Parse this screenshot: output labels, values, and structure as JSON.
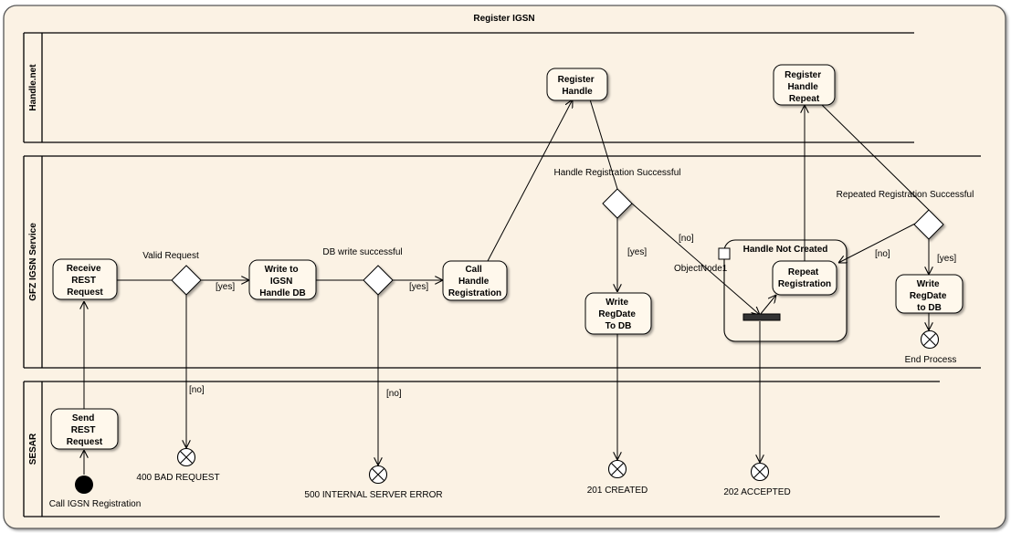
{
  "title": "Register IGSN",
  "lanes": {
    "handle": "Handle.net",
    "gfz": "GFZ IGSN Service",
    "sesar": "SESAR"
  },
  "actions": {
    "receive": [
      "Receive",
      "REST",
      "Request"
    ],
    "write_igsn": [
      "Write to",
      "IGSN",
      "Handle DB"
    ],
    "call_handle": [
      "Call",
      "Handle",
      "Registration"
    ],
    "register_handle": [
      "Register",
      "Handle"
    ],
    "register_handle_repeat": [
      "Register",
      "Handle",
      "Repeat"
    ],
    "write_regdate_1": [
      "Write",
      "RegDate",
      "To DB"
    ],
    "repeat_registration": [
      "Repeat",
      "Registration"
    ],
    "write_regdate_2": [
      "Write",
      "RegDate",
      "to DB"
    ],
    "send": [
      "Send",
      "REST",
      "Request"
    ]
  },
  "decisions": {
    "valid": "Valid Request",
    "db_write": "DB write successful",
    "handle_success": "Handle Registration Successful",
    "repeated_success": "Repeated Registration Successful"
  },
  "guards": {
    "yes": "[yes]",
    "no": "[no]"
  },
  "region": {
    "title": "Handle Not Created",
    "object_node": "ObjectNode1"
  },
  "finals": {
    "bad_request": "400 BAD REQUEST",
    "server_error": "500 INTERNAL SERVER ERROR",
    "created": "201 CREATED",
    "accepted": "202 ACCEPTED",
    "end_process": "End Process"
  },
  "initial": "Call IGSN Registration",
  "colors": {
    "background": "#fbf2e4",
    "action_fill": "#fff8ec",
    "stroke": "#000000",
    "border": "#555555"
  }
}
